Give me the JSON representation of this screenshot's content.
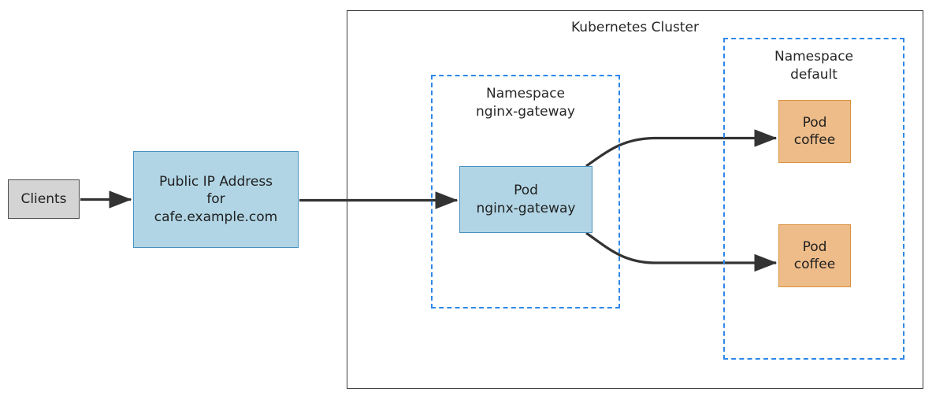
{
  "diagram": {
    "title": "Kubernetes Cluster",
    "clients": {
      "label": "Clients"
    },
    "public_ip": {
      "label": "Public IP Address\nfor\ncafe.example.com"
    },
    "namespaces": [
      {
        "id": "nginx-gateway",
        "title": "Namespace\nnginx-gateway",
        "pods": [
          {
            "id": "pod-nginx-gateway",
            "label": "Pod\nnginx-gateway"
          }
        ]
      },
      {
        "id": "default",
        "title": "Namespace\ndefault",
        "pods": [
          {
            "id": "pod-coffee-1",
            "label": "Pod\ncoffee"
          },
          {
            "id": "pod-coffee-2",
            "label": "Pod\ncoffee"
          }
        ]
      }
    ],
    "colors": {
      "cluster_border": "#3a3a3a",
      "namespace_border": "#2f88e8",
      "clients_fill": "#d4d4d4",
      "gateway_fill": "#b1d5e5",
      "gateway_border": "#4a92bd",
      "pod_fill": "#eebc89",
      "pod_border": "#d9923f",
      "edge": "#333333",
      "text": "#272727"
    },
    "edges": [
      {
        "id": "clients-to-public-ip",
        "from": "Clients",
        "to": "Public IP Address for cafe.example.com"
      },
      {
        "id": "public-ip-to-gateway",
        "from": "Public IP Address for cafe.example.com",
        "to": "Pod nginx-gateway"
      },
      {
        "id": "gateway-to-coffee-1",
        "from": "Pod nginx-gateway",
        "to": "Pod coffee"
      },
      {
        "id": "gateway-to-coffee-2",
        "from": "Pod nginx-gateway",
        "to": "Pod coffee"
      }
    ]
  }
}
